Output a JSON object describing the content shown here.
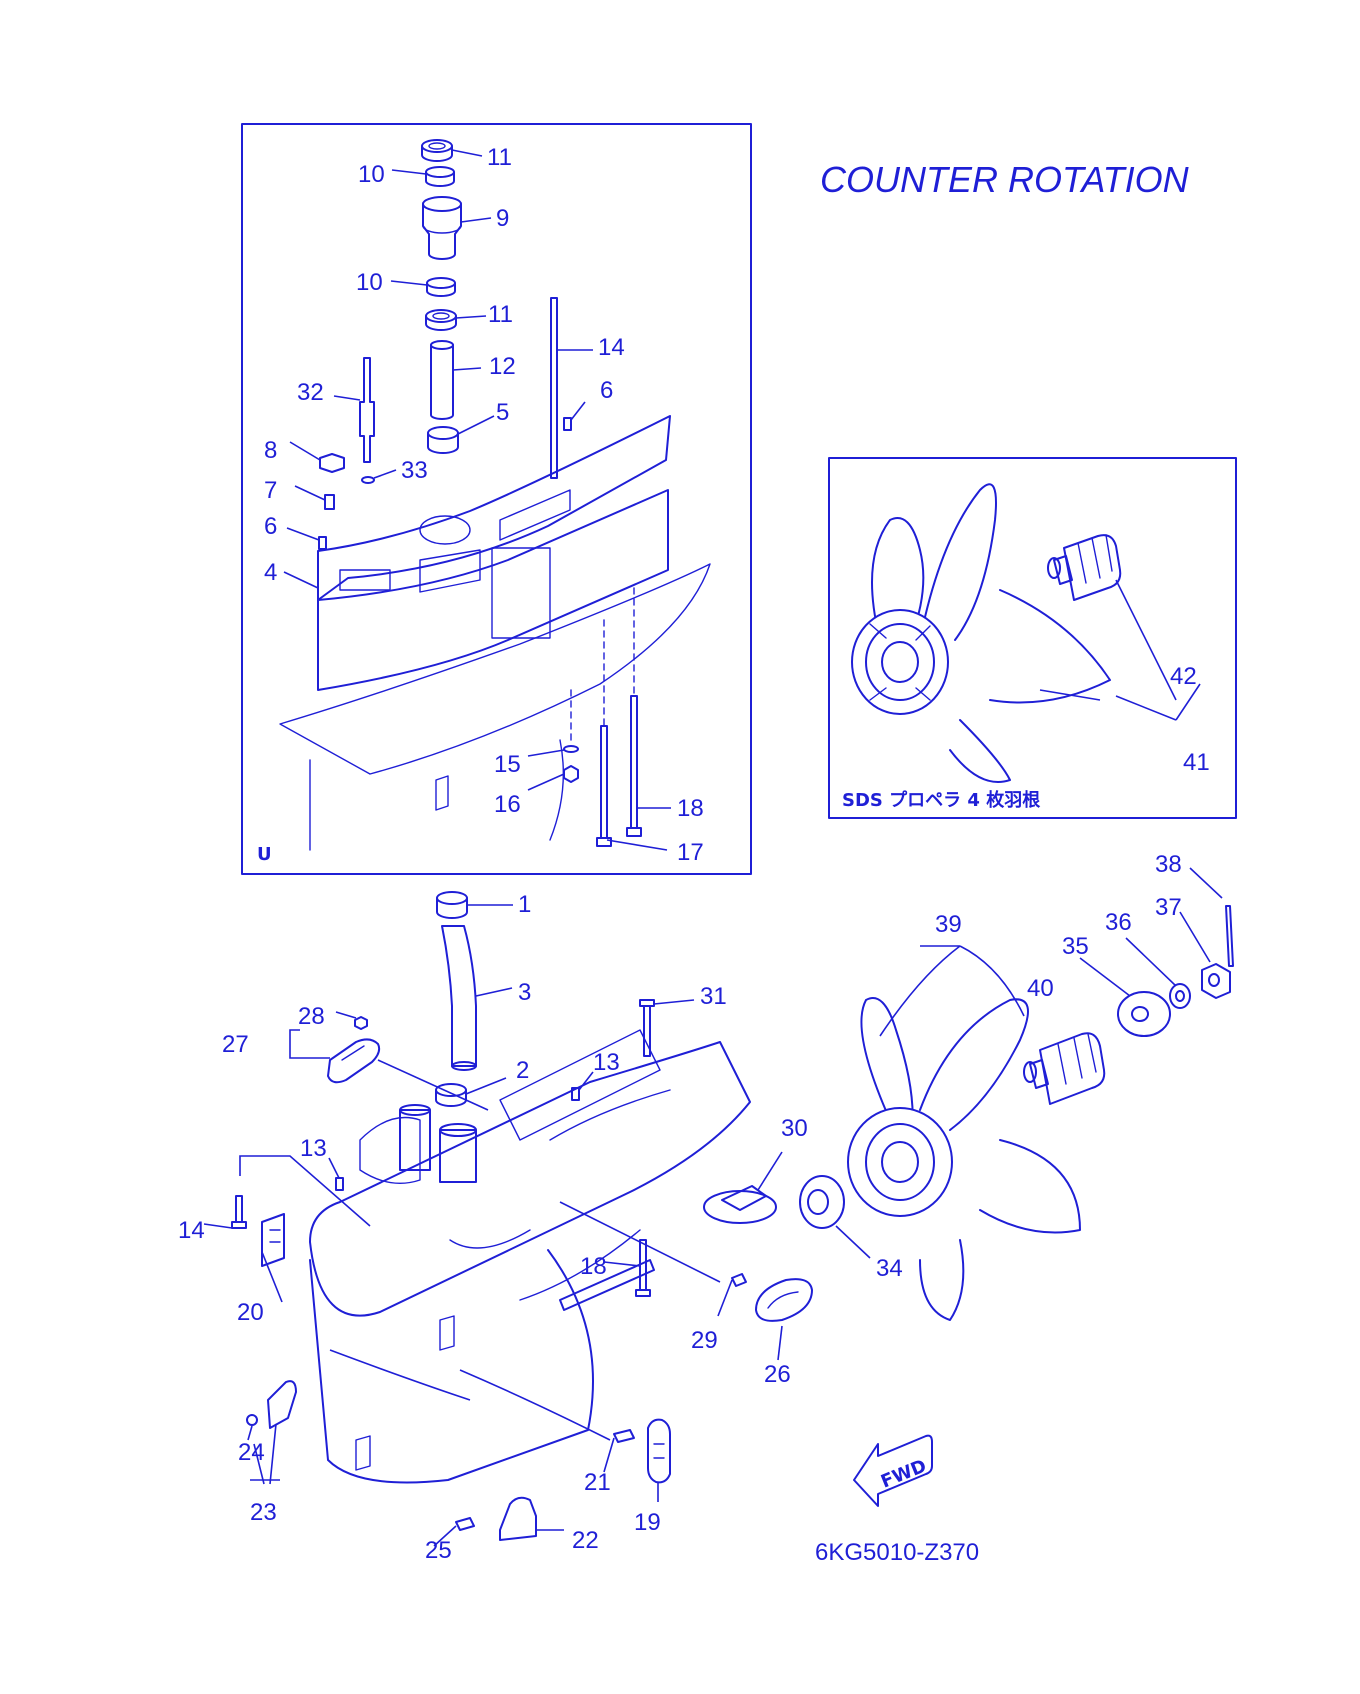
{
  "title": "COUNTER ROTATION",
  "inset_box_label": "U",
  "propeller_box_caption": "SDS プロペラ 4 枚羽根",
  "fwd_label": "FWD",
  "diagram_code": "6KG5010-Z370",
  "colors": {
    "line": "#1f1fd6",
    "background": "#ffffff"
  },
  "callouts": [
    {
      "id": "c11a",
      "text": "11"
    },
    {
      "id": "c10a",
      "text": "10"
    },
    {
      "id": "c9",
      "text": "9"
    },
    {
      "id": "c10b",
      "text": "10"
    },
    {
      "id": "c11b",
      "text": "11"
    },
    {
      "id": "c14a",
      "text": "14"
    },
    {
      "id": "c12",
      "text": "12"
    },
    {
      "id": "c32",
      "text": "32"
    },
    {
      "id": "c6a",
      "text": "6"
    },
    {
      "id": "c5",
      "text": "5"
    },
    {
      "id": "c8",
      "text": "8"
    },
    {
      "id": "c33",
      "text": "33"
    },
    {
      "id": "c7",
      "text": "7"
    },
    {
      "id": "c6b",
      "text": "6"
    },
    {
      "id": "c4",
      "text": "4"
    },
    {
      "id": "c15",
      "text": "15"
    },
    {
      "id": "c16",
      "text": "16"
    },
    {
      "id": "c18a",
      "text": "18"
    },
    {
      "id": "c17",
      "text": "17"
    },
    {
      "id": "c42",
      "text": "42"
    },
    {
      "id": "c41",
      "text": "41"
    },
    {
      "id": "c38",
      "text": "38"
    },
    {
      "id": "c37",
      "text": "37"
    },
    {
      "id": "c39",
      "text": "39"
    },
    {
      "id": "c36",
      "text": "36"
    },
    {
      "id": "c35",
      "text": "35"
    },
    {
      "id": "c40",
      "text": "40"
    },
    {
      "id": "c1",
      "text": "1"
    },
    {
      "id": "c3",
      "text": "3"
    },
    {
      "id": "c31",
      "text": "31"
    },
    {
      "id": "c28",
      "text": "28"
    },
    {
      "id": "c27",
      "text": "27"
    },
    {
      "id": "c2",
      "text": "2"
    },
    {
      "id": "c13a",
      "text": "13"
    },
    {
      "id": "c30",
      "text": "30"
    },
    {
      "id": "c13b",
      "text": "13"
    },
    {
      "id": "c14b",
      "text": "14"
    },
    {
      "id": "c34",
      "text": "34"
    },
    {
      "id": "c18b",
      "text": "18"
    },
    {
      "id": "c20",
      "text": "20"
    },
    {
      "id": "c29",
      "text": "29"
    },
    {
      "id": "c26",
      "text": "26"
    },
    {
      "id": "c24",
      "text": "24"
    },
    {
      "id": "c21",
      "text": "21"
    },
    {
      "id": "c19",
      "text": "19"
    },
    {
      "id": "c23",
      "text": "23"
    },
    {
      "id": "c22",
      "text": "22"
    },
    {
      "id": "c25",
      "text": "25"
    }
  ]
}
